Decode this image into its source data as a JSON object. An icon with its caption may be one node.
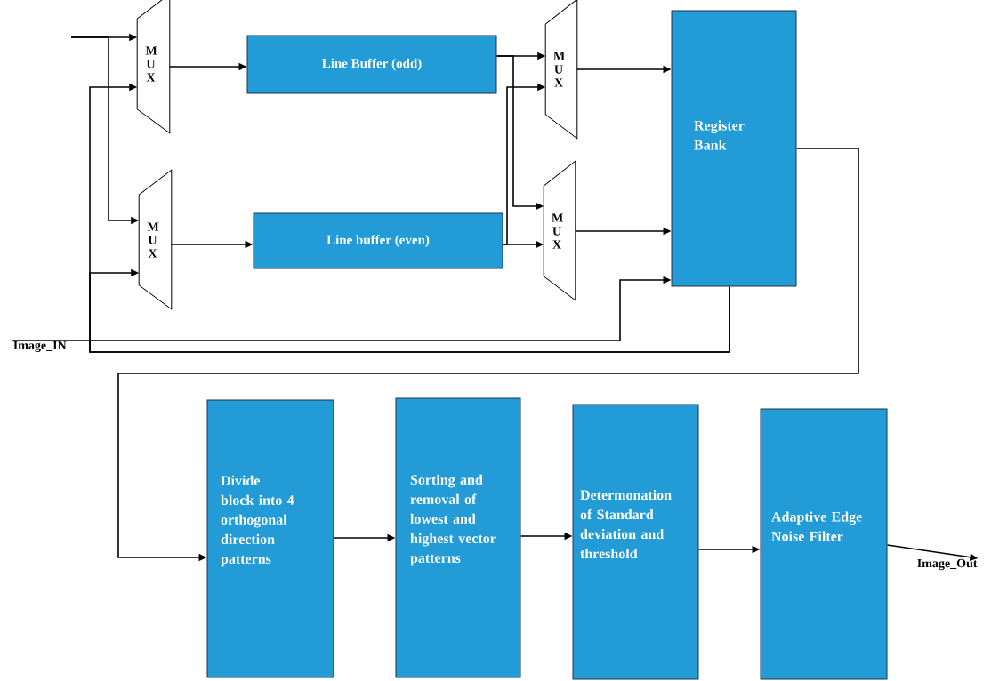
{
  "diagram": {
    "nodes": [
      {
        "text": [
          "M U X"
        ]
      },
      {
        "text": [
          "Line Buffer (odd)"
        ]
      },
      {
        "text": [
          "M U X"
        ]
      },
      {
        "text": [
          "Line buffer (even)"
        ]
      },
      {
        "text": [
          "M U X"
        ]
      },
      {
        "text": [
          "M U X"
        ]
      },
      {
        "text": [
          "Register Bank"
        ]
      },
      {
        "text": [
          "Divide block into 4 orthogonal direction patterns"
        ]
      },
      {
        "text": [
          "Sorting and removal of lowest and highest vector patterns"
        ]
      },
      {
        "text": [
          "Determonation of Standard deviation and threshold"
        ]
      },
      {
        "text": [
          "Adaptive Edge Noise Filter"
        ]
      },
      {
        "text": [
          "Image_IN"
        ]
      },
      {
        "text": [
          "Image_Out"
        ]
      }
    ],
    "edges": [
      {
        "from": null,
        "to": 0,
        "arrow": "to"
      },
      {
        "from": null,
        "to": 2,
        "arrow": "to"
      },
      {
        "from": 0,
        "to": 1,
        "arrow": "to"
      },
      {
        "from": 2,
        "to": 3,
        "arrow": "to"
      },
      {
        "from": 1,
        "to": 4,
        "arrow": "to"
      },
      {
        "from": 1,
        "to": 5,
        "arrow": "to"
      },
      {
        "from": 3,
        "to": 4,
        "arrow": "to"
      },
      {
        "from": 3,
        "to": 5,
        "arrow": "to"
      },
      {
        "from": 4,
        "to": 6,
        "arrow": "to"
      },
      {
        "from": 5,
        "to": 6,
        "arrow": "to"
      },
      {
        "from": 11,
        "to": 6,
        "arrow": "to"
      },
      {
        "from": 6,
        "to": 0,
        "arrow": "to"
      },
      {
        "from": 6,
        "to": 2,
        "arrow": "to"
      },
      {
        "from": 6,
        "to": 7,
        "arrow": "to"
      },
      {
        "from": 7,
        "to": 8,
        "arrow": "to"
      },
      {
        "from": 8,
        "to": 9,
        "arrow": "to"
      },
      {
        "from": 9,
        "to": 10,
        "arrow": "to"
      },
      {
        "from": 10,
        "to": 12,
        "arrow": "to"
      }
    ]
  }
}
